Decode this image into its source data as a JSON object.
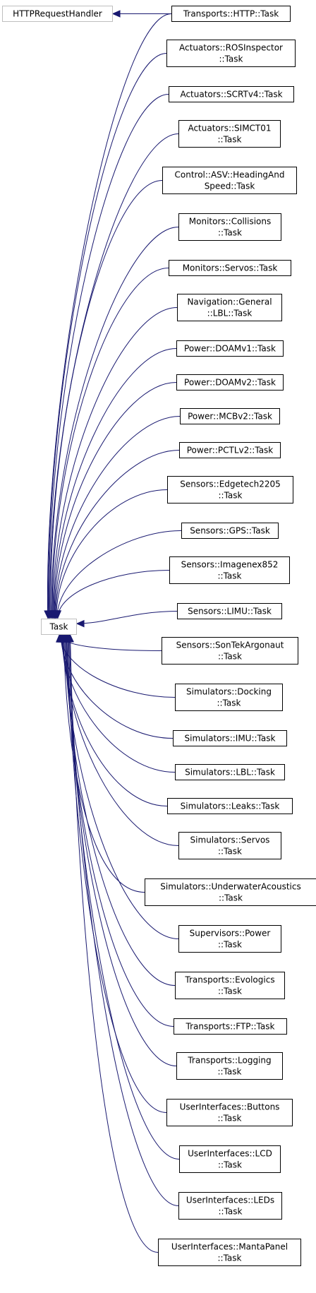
{
  "colors": {
    "edge": "#191970",
    "node_border": "#000000",
    "external_border": "#bfbfbf",
    "text": "#000000",
    "background": "#ffffff"
  },
  "external_base": {
    "label": [
      "HTTPRequestHandler"
    ]
  },
  "base": {
    "label": [
      "Task"
    ]
  },
  "derived": [
    {
      "label": [
        "Transports::HTTP::Task"
      ]
    },
    {
      "label": [
        "Actuators::ROSInspector",
        "::Task"
      ]
    },
    {
      "label": [
        "Actuators::SCRTv4::Task"
      ]
    },
    {
      "label": [
        "Actuators::SIMCT01",
        "::Task"
      ]
    },
    {
      "label": [
        "Control::ASV::HeadingAnd",
        "Speed::Task"
      ]
    },
    {
      "label": [
        "Monitors::Collisions",
        "::Task"
      ]
    },
    {
      "label": [
        "Monitors::Servos::Task"
      ]
    },
    {
      "label": [
        "Navigation::General",
        "::LBL::Task"
      ]
    },
    {
      "label": [
        "Power::DOAMv1::Task"
      ]
    },
    {
      "label": [
        "Power::DOAMv2::Task"
      ]
    },
    {
      "label": [
        "Power::MCBv2::Task"
      ]
    },
    {
      "label": [
        "Power::PCTLv2::Task"
      ]
    },
    {
      "label": [
        "Sensors::Edgetech2205",
        "::Task"
      ]
    },
    {
      "label": [
        "Sensors::GPS::Task"
      ]
    },
    {
      "label": [
        "Sensors::Imagenex852",
        "::Task"
      ]
    },
    {
      "label": [
        "Sensors::LIMU::Task"
      ]
    },
    {
      "label": [
        "Sensors::SonTekArgonaut",
        "::Task"
      ]
    },
    {
      "label": [
        "Simulators::Docking",
        "::Task"
      ]
    },
    {
      "label": [
        "Simulators::IMU::Task"
      ]
    },
    {
      "label": [
        "Simulators::LBL::Task"
      ]
    },
    {
      "label": [
        "Simulators::Leaks::Task"
      ]
    },
    {
      "label": [
        "Simulators::Servos",
        "::Task"
      ]
    },
    {
      "label": [
        "Simulators::UnderwaterAcoustics",
        "::Task"
      ]
    },
    {
      "label": [
        "Supervisors::Power",
        "::Task"
      ]
    },
    {
      "label": [
        "Transports::Evologics",
        "::Task"
      ]
    },
    {
      "label": [
        "Transports::FTP::Task"
      ]
    },
    {
      "label": [
        "Transports::Logging",
        "::Task"
      ]
    },
    {
      "label": [
        "UserInterfaces::Buttons",
        "::Task"
      ]
    },
    {
      "label": [
        "UserInterfaces::LCD",
        "::Task"
      ]
    },
    {
      "label": [
        "UserInterfaces::LEDs",
        "::Task"
      ]
    },
    {
      "label": [
        "UserInterfaces::MantaPanel",
        "::Task"
      ]
    }
  ]
}
